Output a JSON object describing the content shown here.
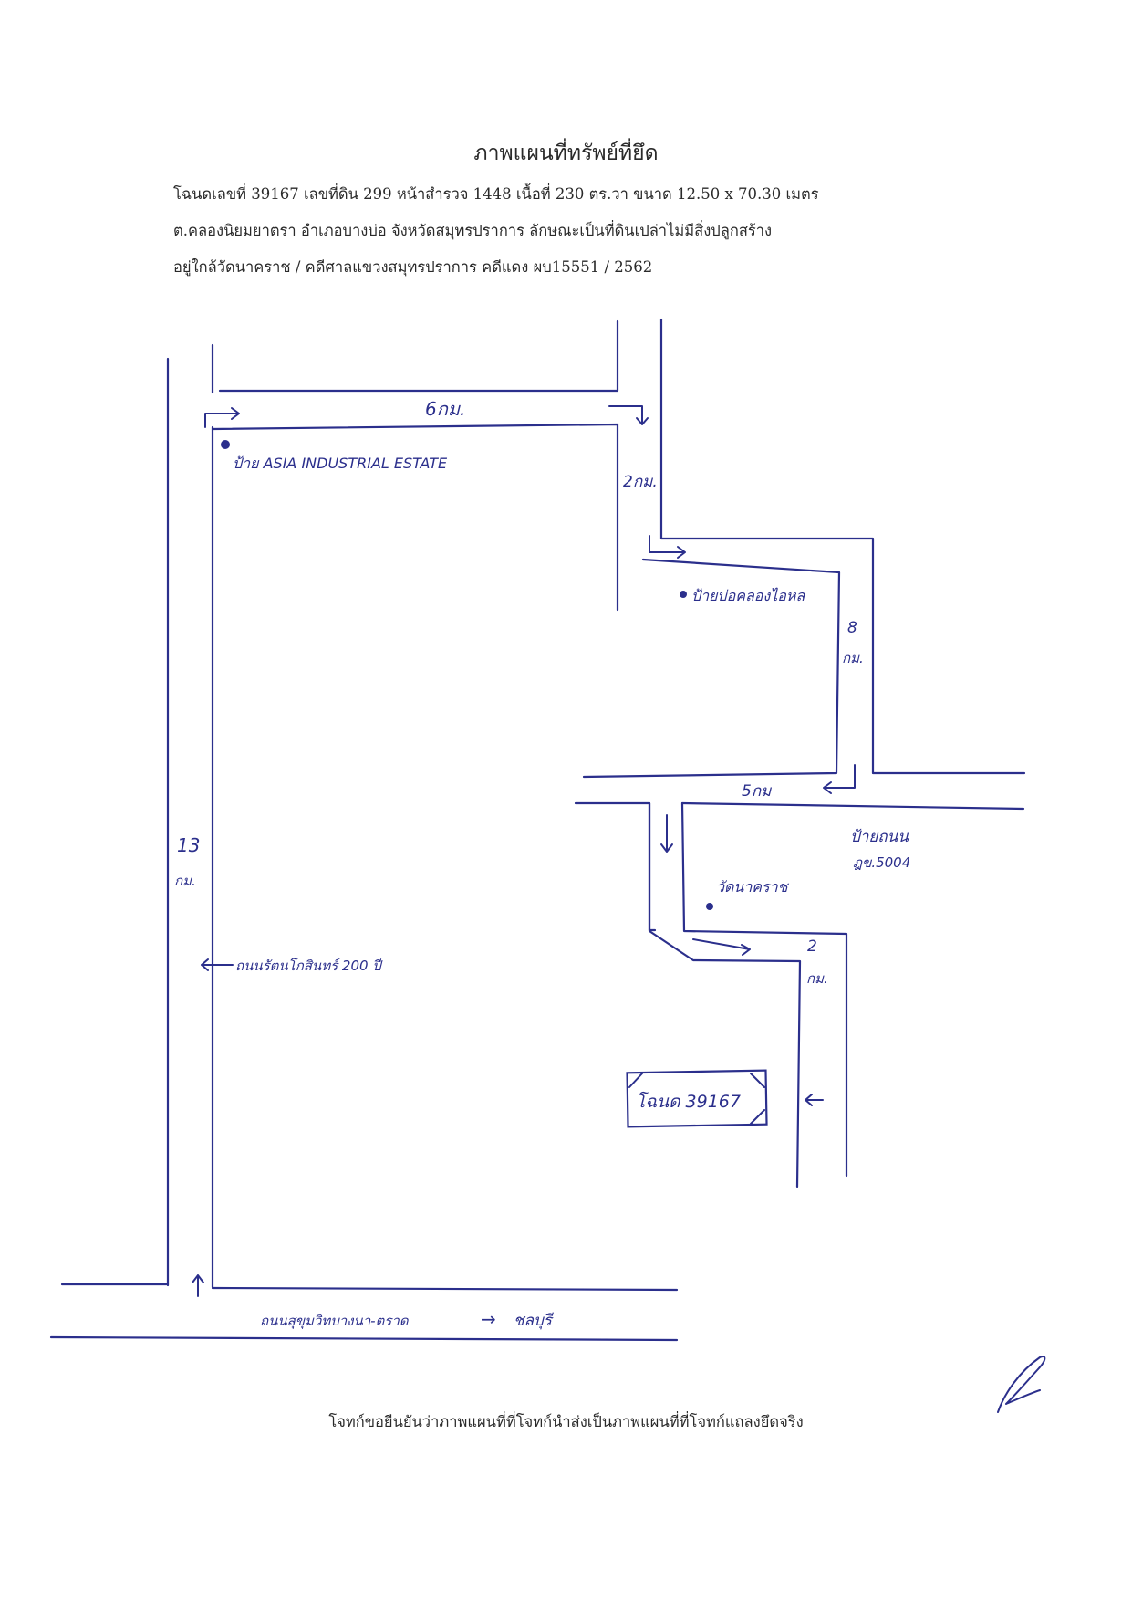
{
  "document": {
    "title": "ภาพแผนที่ทรัพย์ที่ยึด",
    "info_lines": [
      "โฉนดเลขที่ 39167  เลขที่ดิน 299 หน้าสำรวจ 1448   เนื้อที่  230 ตร.วา ขนาด 12.50  x  70.30 เมตร",
      "ต.คลองนิยมยาตรา อำเภอบางบ่อ  จังหวัดสมุทรปราการ ลักษณะเป็นที่ดินเปล่าไม่มีสิ่งปลูกสร้าง",
      "อยู่ใกล้วัดนาคราช   / คดีศาลแขวงสมุทรปราการ  คดีแดง ผบ15551 / 2562"
    ],
    "footer": "โจทก์ขอยืนยันว่าภาพแผนที่ที่โจทก์นำส่งเป็นภาพแผนที่ที่โจทก์แถลงยึดจริง"
  },
  "map": {
    "labels": {
      "dist_top": "6กม.",
      "asia_estate": "ป้าย ASIA INDUSTRIAL ESTATE",
      "dist_2km_a": "2กม.",
      "sign_klong": "ป้ายบ่อคลองไอหล",
      "dist_8_num": "8",
      "dist_8_unit": "กม.",
      "dist_5km": "5กม",
      "sign_road": "ป้ายถนน",
      "road_code": "ฎข.5004",
      "temple": "วัดนาคราช",
      "dist_2_num": "2",
      "dist_2_unit": "กม.",
      "dist_13_num": "13",
      "dist_13_unit": "กม.",
      "side_road": "ถนนรัตนโกสินทร์ 200 ปี",
      "deed": "โฉนด 39167",
      "main_road": "ถนนสุขุมวิทบางนา-ตราด",
      "arrow_char": "→",
      "direction": "ชลบุรี"
    },
    "ink_color": "#2b2f8c"
  }
}
